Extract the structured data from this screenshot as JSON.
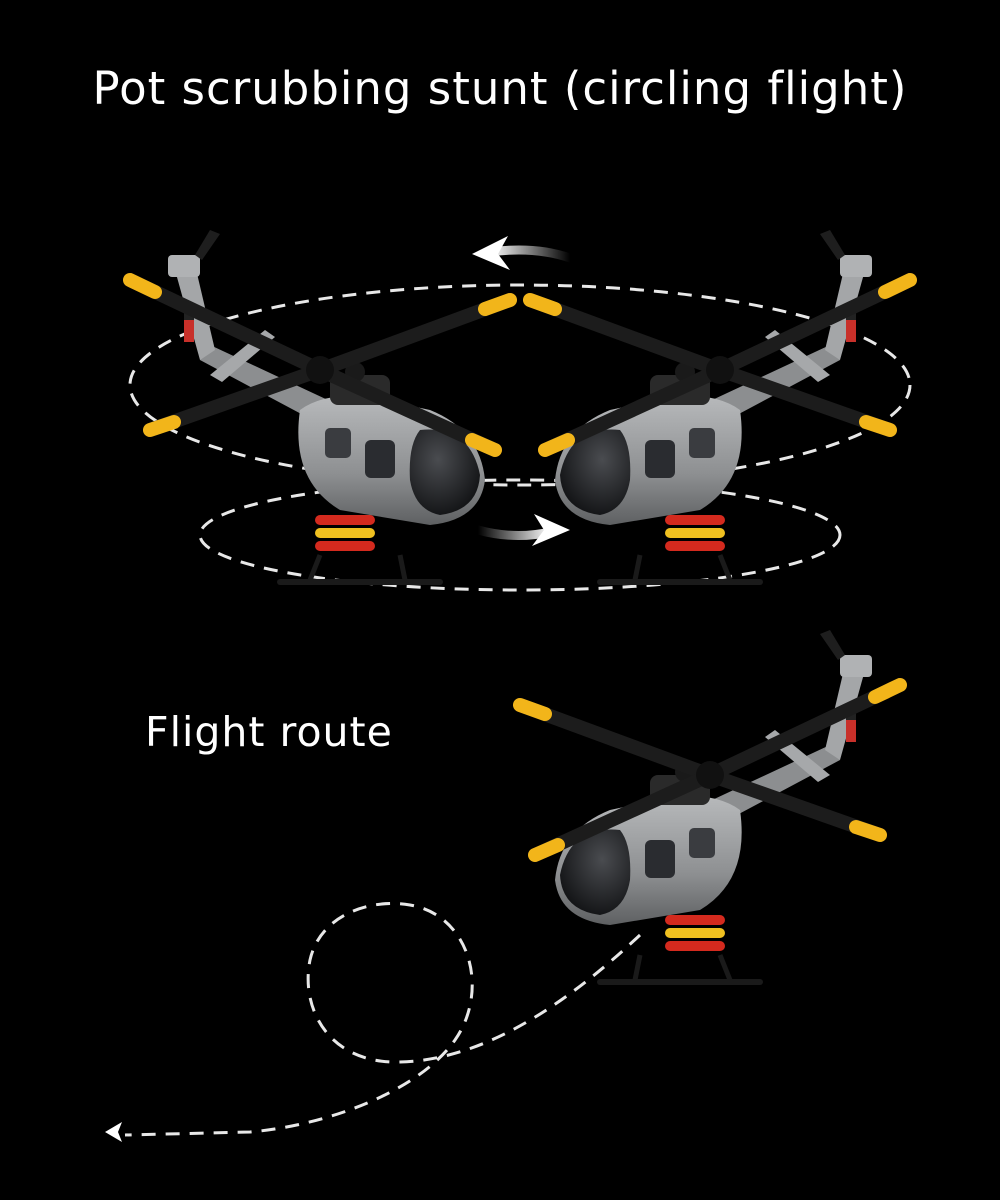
{
  "header": {
    "title": "Pot scrubbing stunt (circling flight)"
  },
  "section": {
    "subtitle": "Flight route"
  },
  "colors": {
    "background": "#000000",
    "text": "#ffffff",
    "fuselage": "#9a9c9e",
    "rotor_blade": "#1c1c1c",
    "blade_tip": "#f2b51a",
    "rocket_red": "#d42a1e",
    "rocket_yellow": "#f0c020",
    "arrow": "#ffffff"
  },
  "illustration": {
    "top_scene": [
      "helicopter-left",
      "helicopter-right",
      "circular-path",
      "rotation-arrows"
    ],
    "bottom_scene": [
      "helicopter-single",
      "loop-flight-path"
    ]
  }
}
